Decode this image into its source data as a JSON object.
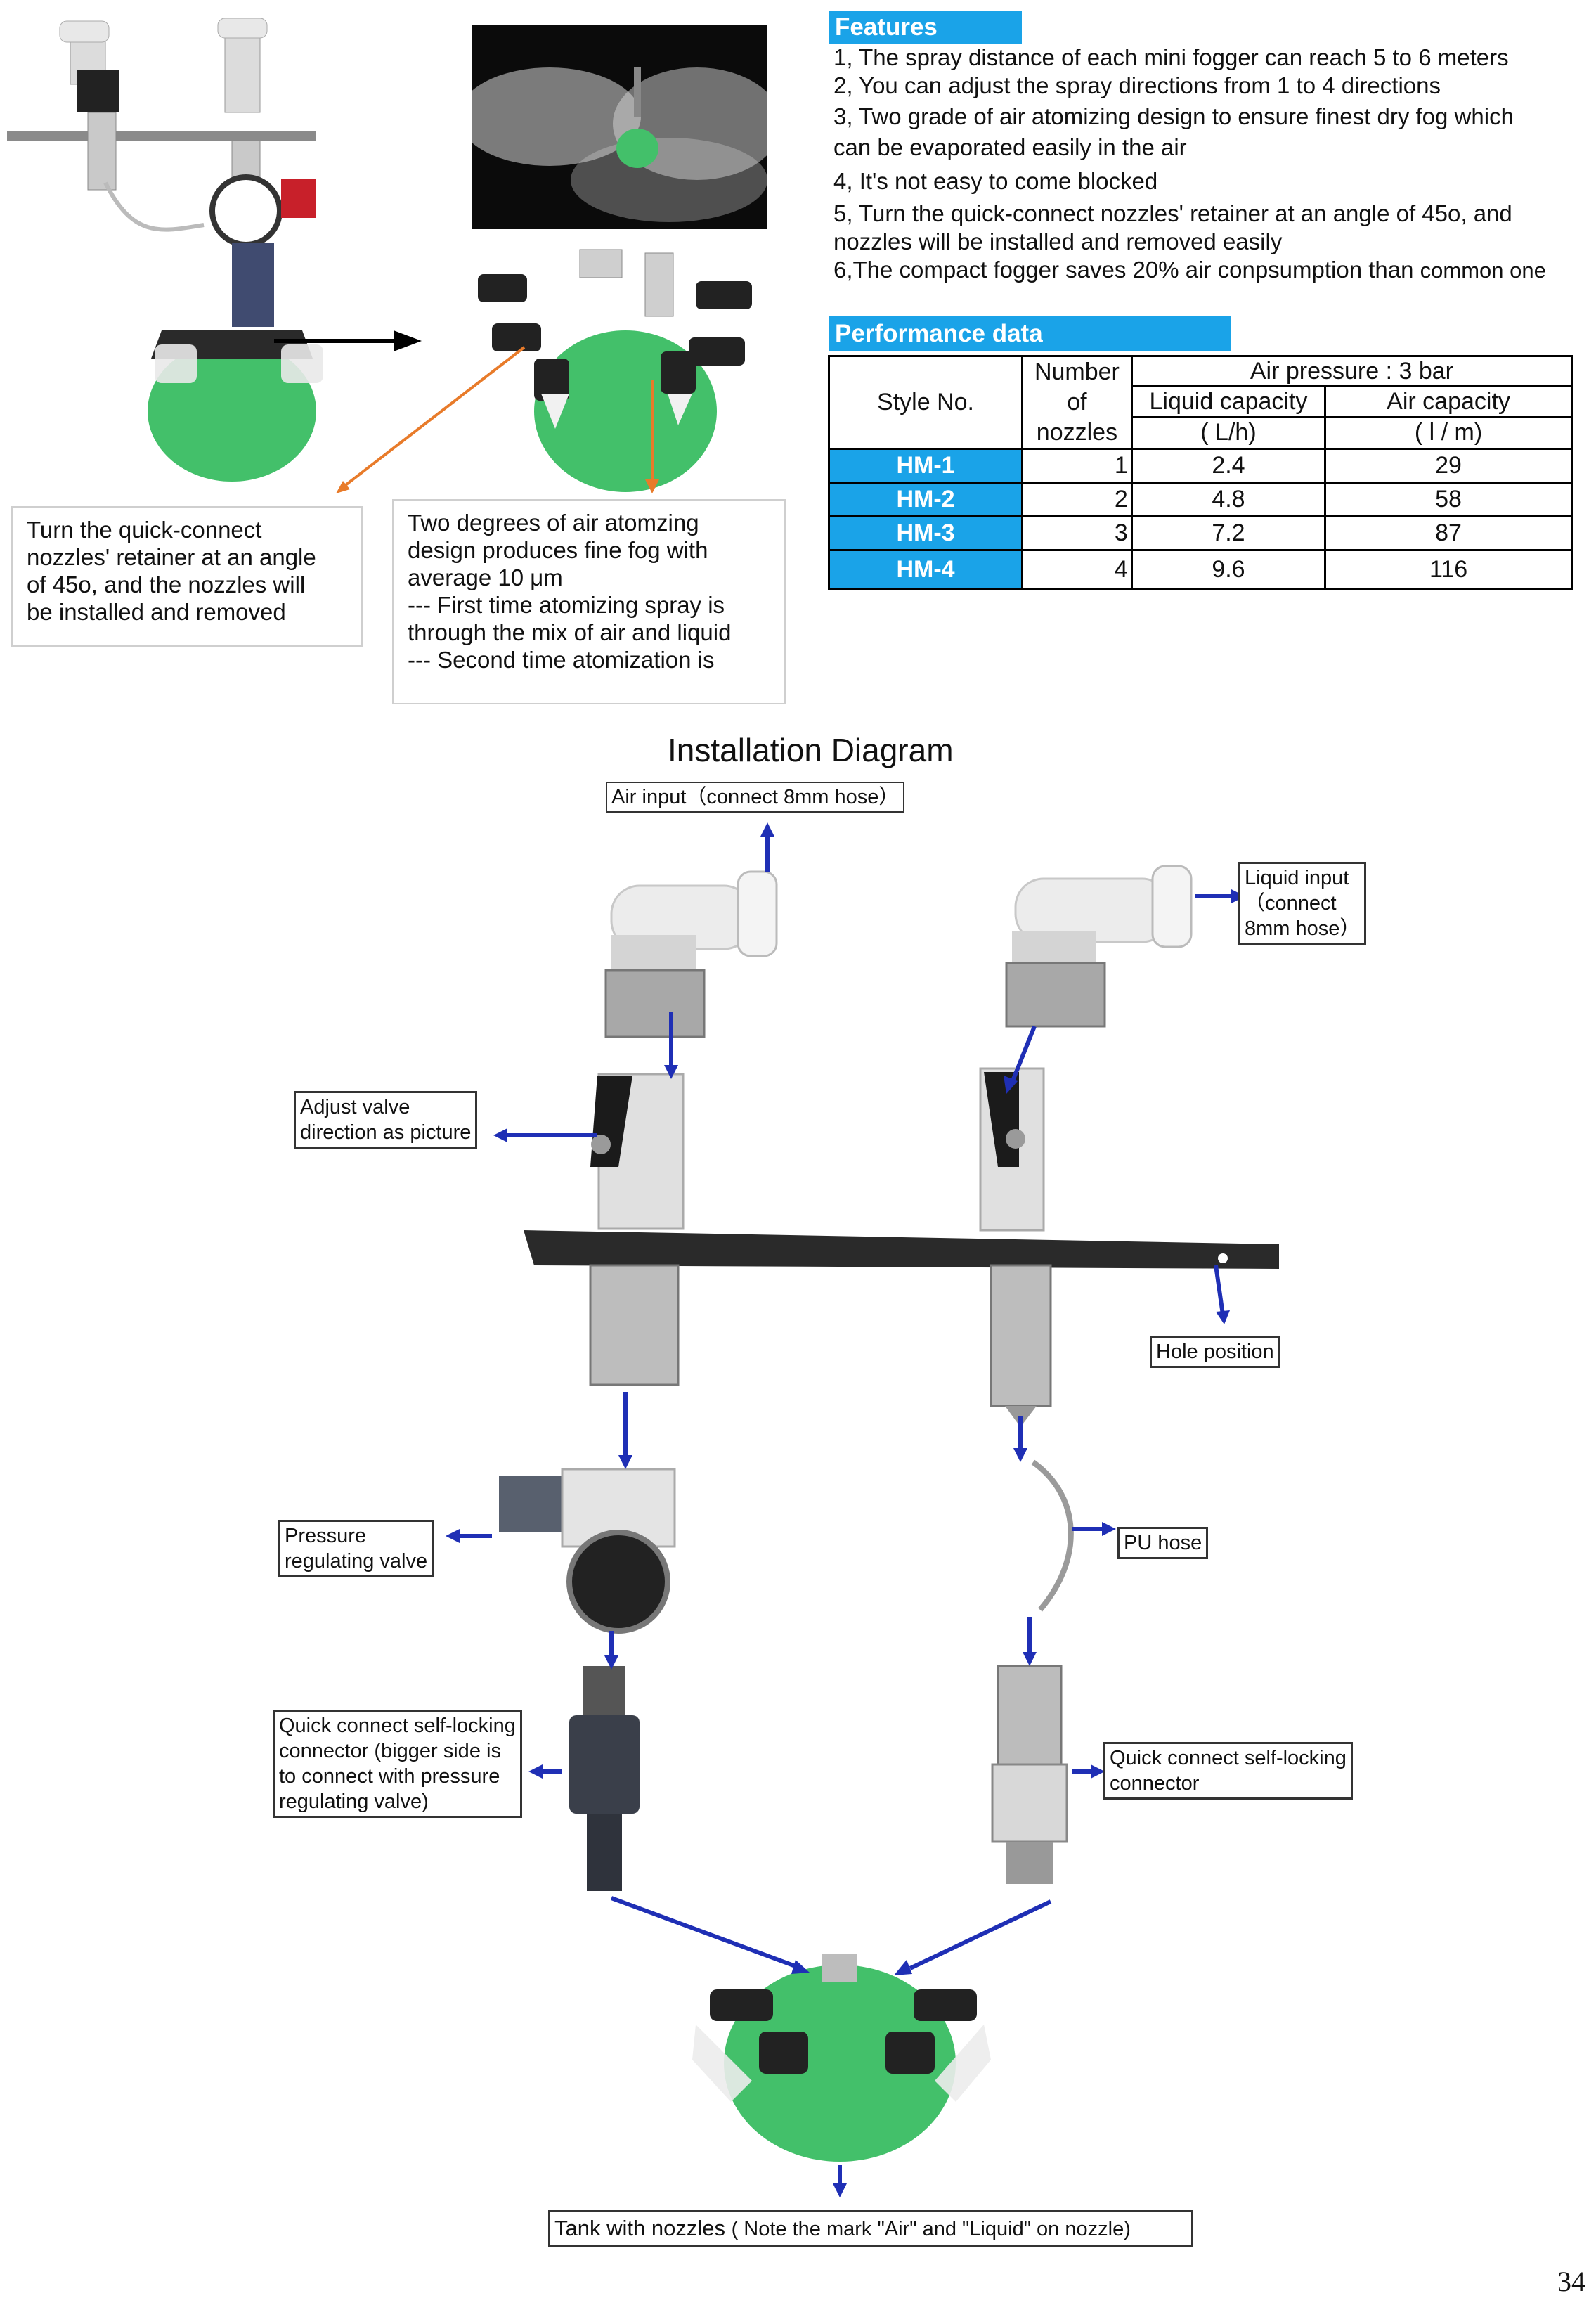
{
  "callouts": {
    "left": [
      "Turn the quick-connect",
      "nozzles' retainer at an angle",
      "of 45o, and the  nozzles will",
      "be installed  and removed"
    ],
    "right": [
      "Two degrees of air atomzing",
      "design  produces fine fog with",
      "average 10 μm",
      "---  First time atomizing spray is",
      "through the mix of air and liquid",
      "--- Second time atomization is"
    ]
  },
  "features": {
    "heading": "Features",
    "lines": [
      "1, The spray distance of each mini fogger can reach 5 to 6 meters",
      "2, You can adjust the spray directions from 1 to 4 directions",
      "3, Two grade of air atomizing design to ensure finest dry fog  which",
      "can be evaporated easily in the air",
      "4, It's not easy to come blocked",
      "5, Turn the quick-connect nozzles' retainer at an angle of 45o, and",
      "nozzles will be installed and removed easily",
      "6,The compact fogger saves 20% air conpsumption than"
    ],
    "last_suffix": "common one"
  },
  "performance": {
    "heading": "Performance data",
    "style_header": "Style No.",
    "nozzles_header": [
      "Number",
      "of",
      "nozzles"
    ],
    "pressure_header": "Air pressure : 3 bar",
    "liquid_header": "Liquid capacity",
    "air_header": "Air capacity",
    "liquid_unit": "( L/h)",
    "air_unit": "( l / m)",
    "rows": [
      {
        "style": "HM-1",
        "nozzles": "1",
        "liquid": "2.4",
        "air": "29"
      },
      {
        "style": "HM-2",
        "nozzles": "2",
        "liquid": "4.8",
        "air": "58"
      },
      {
        "style": "HM-3",
        "nozzles": "3",
        "liquid": "7.2",
        "air": "87"
      },
      {
        "style": "HM-4",
        "nozzles": "4",
        "liquid": "9.6",
        "air": "116"
      }
    ]
  },
  "diagram": {
    "title": "Installation Diagram",
    "air_input": "Air input（connect 8mm hose）",
    "liquid_input": [
      "Liquid input",
      "（connect",
      "8mm hose）"
    ],
    "adjust_valve": [
      "Adjust valve",
      "direction as picture"
    ],
    "hole_position": "Hole position",
    "pressure_valve": [
      "Pressure",
      "regulating valve"
    ],
    "pu_hose": "PU hose",
    "qc_left": [
      "Quick connect self-locking",
      "connector (bigger side is",
      "to connect with pressure",
      "regulating valve)"
    ],
    "qc_right": [
      "Quick connect self-locking",
      "connector"
    ],
    "tank": "Tank with nozzles",
    "tank_note": "( Note the mark \"Air\" and \"Liquid\" on nozzle)"
  },
  "page_number": "34",
  "colors": {
    "accent": "#1aa3e8",
    "arrow_blue": "#1f2fb5",
    "arrow_orange": "#e87b2a",
    "fogger_green": "#43c06a"
  }
}
